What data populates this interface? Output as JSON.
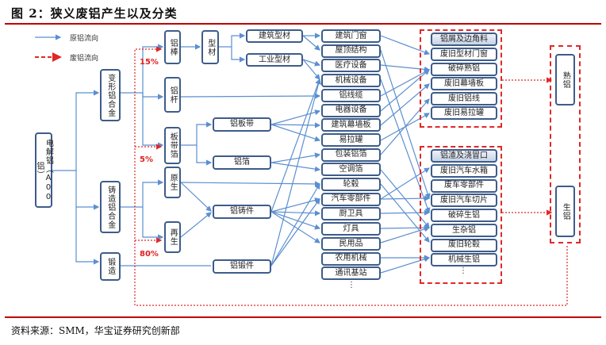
{
  "title": "图 2：狭义废铝产生以及分类",
  "source": "资料来源：SMM，华宝证券研究创新部",
  "colors": {
    "raw_flow": "#5b8fd0",
    "scrap_flow": "#e02828",
    "box_border": "#3d5c8a",
    "rule": "#c00000"
  },
  "legend": {
    "raw": "原铝流向",
    "scrap": "废铝流向"
  },
  "nodes": {
    "source": "电解铝（A00铝）",
    "alloy1": "变形铝合金",
    "alloy2": "铸造铝合金",
    "alloy3": "锻造",
    "bar": "铝棒",
    "rod": "铝杆",
    "sheet": "板带箔",
    "primary": "原生",
    "recycled": "再生",
    "profile": "型材",
    "build_profile": "建筑型材",
    "ind_profile": "工业型材",
    "plate": "铝板带",
    "foil": "铝箔",
    "casting": "铝铸件",
    "forging": "铝锻件"
  },
  "pcts": {
    "p15": "15%",
    "p5": "5%",
    "p80": "80%"
  },
  "products": [
    "建筑门窗",
    "屋顶结构",
    "医疗设备",
    "机械设备",
    "铝线缆",
    "电器设备",
    "建筑幕墙板",
    "易拉罐",
    "包装铝箔",
    "空调箔",
    "轮毂",
    "汽车零部件",
    "厨卫具",
    "灯具",
    "民用品",
    "农用机械",
    "通讯基站"
  ],
  "scrap_wrought": {
    "header": "铝屑及边角料",
    "items": [
      "废旧型材门窗",
      "破碎熟铝",
      "废旧幕墙板",
      "废旧铝线",
      "废旧易拉罐"
    ]
  },
  "scrap_cast": {
    "header": "铝渣及浇冒口",
    "items": [
      "废旧汽车水箱",
      "废车零部件",
      "废旧汽车切片",
      "破碎生铝",
      "生杂铝",
      "废旧轮毂",
      "机械生铝"
    ]
  },
  "outputs": {
    "wrought": "熟铝",
    "cast": "生铝"
  },
  "ellipsis": "⋮"
}
